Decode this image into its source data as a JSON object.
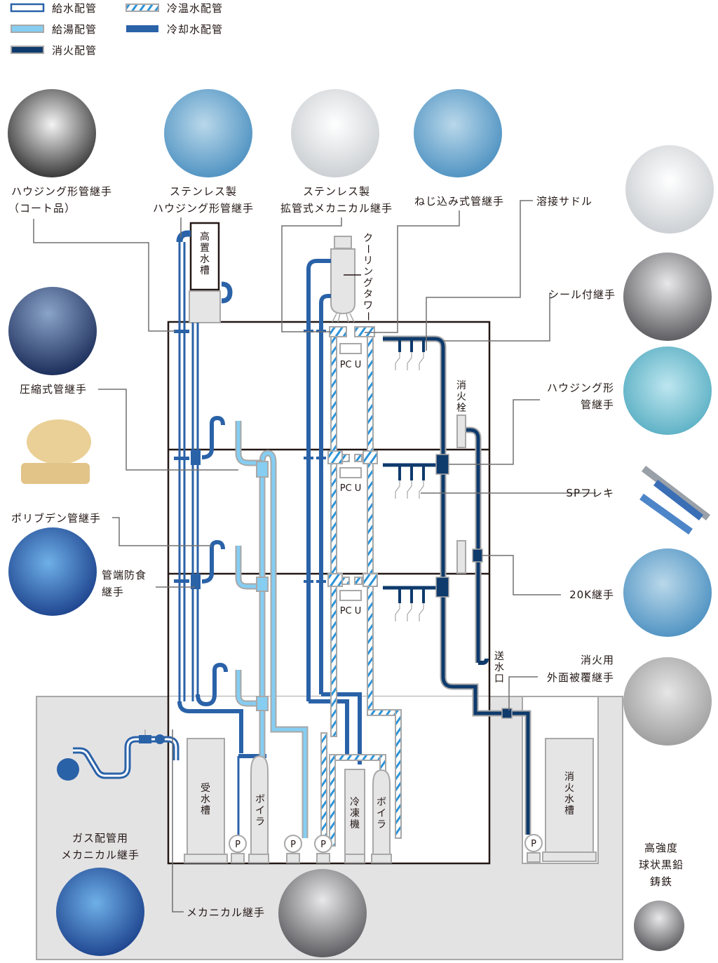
{
  "legend": [
    {
      "label": "給水配管",
      "style": "supply-water"
    },
    {
      "label": "冷温水配管",
      "style": "chilled-hot-water"
    },
    {
      "label": "給湯配管",
      "style": "hot-water-supply"
    },
    {
      "label": "冷却水配管",
      "style": "cooling-water"
    },
    {
      "label": "消火配管",
      "style": "fire-protection"
    }
  ],
  "colors": {
    "supply_water": "#2a62a8",
    "hot_water": "#86cdf2",
    "fire": "#0e3a6c",
    "cooling": "#2a62a8",
    "chilled_hatch": "#2b93d8",
    "pipe_outline": "#a8a8a8",
    "basement_fill": "#e4e3e4",
    "equipment_fill": "#e6e5e6",
    "wall": "#231815",
    "leader": "#707070"
  },
  "products": {
    "housing_coated": {
      "line1": "ハウジング形管継手",
      "line2": "（コート品）"
    },
    "stainless_housing": {
      "line1": "ステンレス製",
      "line2": "ハウジング形管継手"
    },
    "stainless_expanded": {
      "line1": "ステンレス製",
      "line2": "拡管式メカニカル継手"
    },
    "screwed": {
      "line1": "ねじ込み式管継手"
    },
    "weld_saddle": {
      "line1": "溶接サドル"
    },
    "sealed": {
      "line1": "シール付継手"
    },
    "housing": {
      "line1": "ハウジング形",
      "line2": "管継手"
    },
    "sp_flex": {
      "line1": "SPフレキ"
    },
    "k20": {
      "line1": "20K継手"
    },
    "fire_coated": {
      "line1": "消火用",
      "line2": "外面被覆継手"
    },
    "ductile": {
      "line1": "高強度",
      "line2": "球状黒鉛",
      "line3": "鋳鉄"
    },
    "compression": {
      "line1": "圧縮式管継手"
    },
    "polybutene": {
      "line1": "ポリブデン管継手"
    },
    "anticorrosion": {
      "line1": "管端防食",
      "line2": "継手"
    },
    "gas_mechanical": {
      "line1": "ガス配管用",
      "line2": "メカニカル継手"
    },
    "mechanical": {
      "line1": "メカニカル継手"
    }
  },
  "equipment": {
    "elevated_tank": [
      "高",
      "置",
      "水",
      "槽"
    ],
    "cooling_tower": [
      "ク",
      "ー",
      "リ",
      "ン",
      "グ",
      "タ",
      "ワ",
      "ー"
    ],
    "pcu": "PC U",
    "hydrant": [
      "消",
      "火",
      "栓"
    ],
    "siamese": [
      "送",
      "水",
      "口"
    ],
    "receiving_tank": [
      "受",
      "水",
      "槽"
    ],
    "boiler": [
      "ボ",
      "イ",
      "ラ"
    ],
    "chiller": [
      "冷",
      "凍",
      "機"
    ],
    "fire_tank": [
      "消",
      "火",
      "水",
      "槽"
    ],
    "pump": "P"
  }
}
